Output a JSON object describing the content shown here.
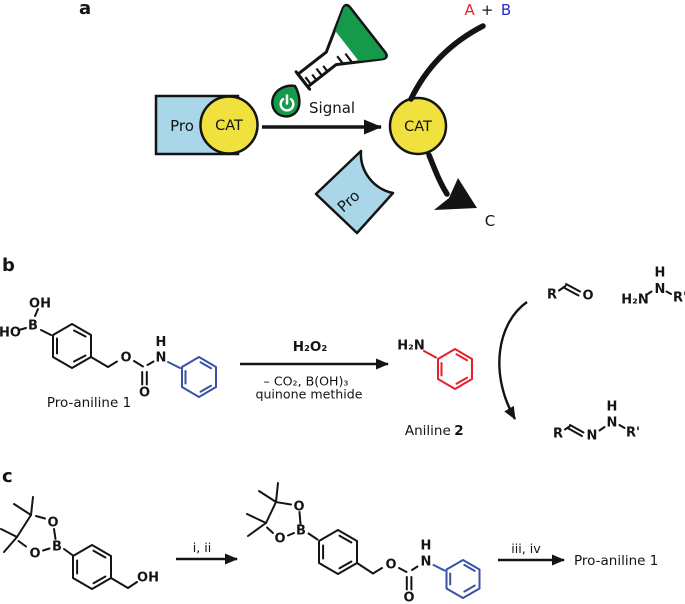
{
  "colors": {
    "light_blue": "#a9d6e8",
    "yellow": "#f0e13f",
    "green": "#15994a",
    "red": "#e8202a",
    "blue_structure": "#3a52a5",
    "blue_b": "#2a2ad0",
    "orange": "#f7941e"
  },
  "panel_a": {
    "label": "a",
    "pro_caged": "Pro",
    "cat_caged": "CAT",
    "signal": "Signal",
    "cat_active": "CAT",
    "pro_released": "Pro",
    "substrate_a": "A",
    "plus": "+",
    "substrate_b": "B",
    "product_c": "C"
  },
  "panel_b": {
    "label": "b",
    "reactant_caption": "Pro-aniline 1",
    "arrow_top": "H₂O₂",
    "arrow_bottom1": "– CO₂, B(OH)₃",
    "arrow_bottom2": "quinone methide",
    "product_caption_text": "Aniline ",
    "product_caption_num": "2"
  },
  "panel_c": {
    "label": "c",
    "arrow1_label": "i, ii",
    "arrow2_label": "iii, iv",
    "product": "Pro-aniline 1"
  },
  "atoms": {
    "B": "B",
    "O": "O",
    "N": "N",
    "H": "H",
    "OH": "OH",
    "HO": "HO",
    "H2N": "H₂N",
    "R": "R",
    "R_prime": "R'"
  }
}
